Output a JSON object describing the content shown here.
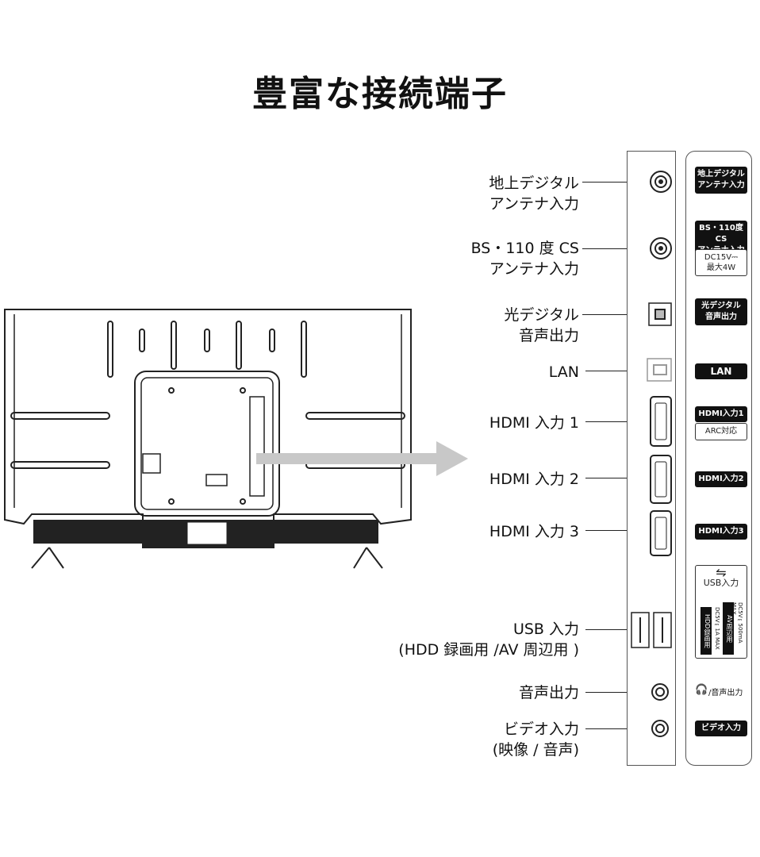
{
  "title": "豊富な接続端子",
  "ports": [
    {
      "id": "terrestrial",
      "label_lines": [
        "地上デジタル",
        "アンテナ入力"
      ]
    },
    {
      "id": "bs",
      "label_lines": [
        "BS・110 度 CS",
        "アンテナ入力"
      ]
    },
    {
      "id": "optical",
      "label_lines": [
        "光デジタル",
        "音声出力"
      ]
    },
    {
      "id": "lan",
      "label_lines": [
        "LAN"
      ]
    },
    {
      "id": "hdmi1",
      "label_lines": [
        "HDMI 入力 1"
      ]
    },
    {
      "id": "hdmi2",
      "label_lines": [
        "HDMI 入力 2"
      ]
    },
    {
      "id": "hdmi3",
      "label_lines": [
        "HDMI 入力 3"
      ]
    },
    {
      "id": "usb",
      "label_lines": [
        "USB 入力",
        "(HDD 録画用 /AV 周辺用 )"
      ]
    },
    {
      "id": "audio",
      "label_lines": [
        "音声出力"
      ]
    },
    {
      "id": "video",
      "label_lines": [
        "ビデオ入力",
        "(映像 / 音声)"
      ]
    }
  ],
  "side_panel": {
    "terrestrial": [
      "地上デジタル",
      "アンテナ入力"
    ],
    "bs": [
      "BS・110度CS",
      "アンテナ入力"
    ],
    "bs_sub": [
      "DC15V⎓",
      "最大4W"
    ],
    "optical": [
      "光デジタル",
      "音声出力"
    ],
    "lan": "LAN",
    "hdmi1": "HDMI入力1",
    "hdmi1_sub": "ARC対応",
    "hdmi2": "HDMI入力2",
    "hdmi3": "HDMI入力3",
    "usb": "USB入力",
    "usb_hdd": "HDD録画用",
    "usb_hdd_spec": "DC5V⎓1A MAX",
    "usb_av": "AV周辺用",
    "usb_av_spec": "DC5V⎓500mA MAX",
    "audio_out": "/音声出力",
    "video_in": "ビデオ入力"
  },
  "colors": {
    "arrow": "#c8c8c8",
    "badge": "#111111",
    "line": "#222222"
  }
}
